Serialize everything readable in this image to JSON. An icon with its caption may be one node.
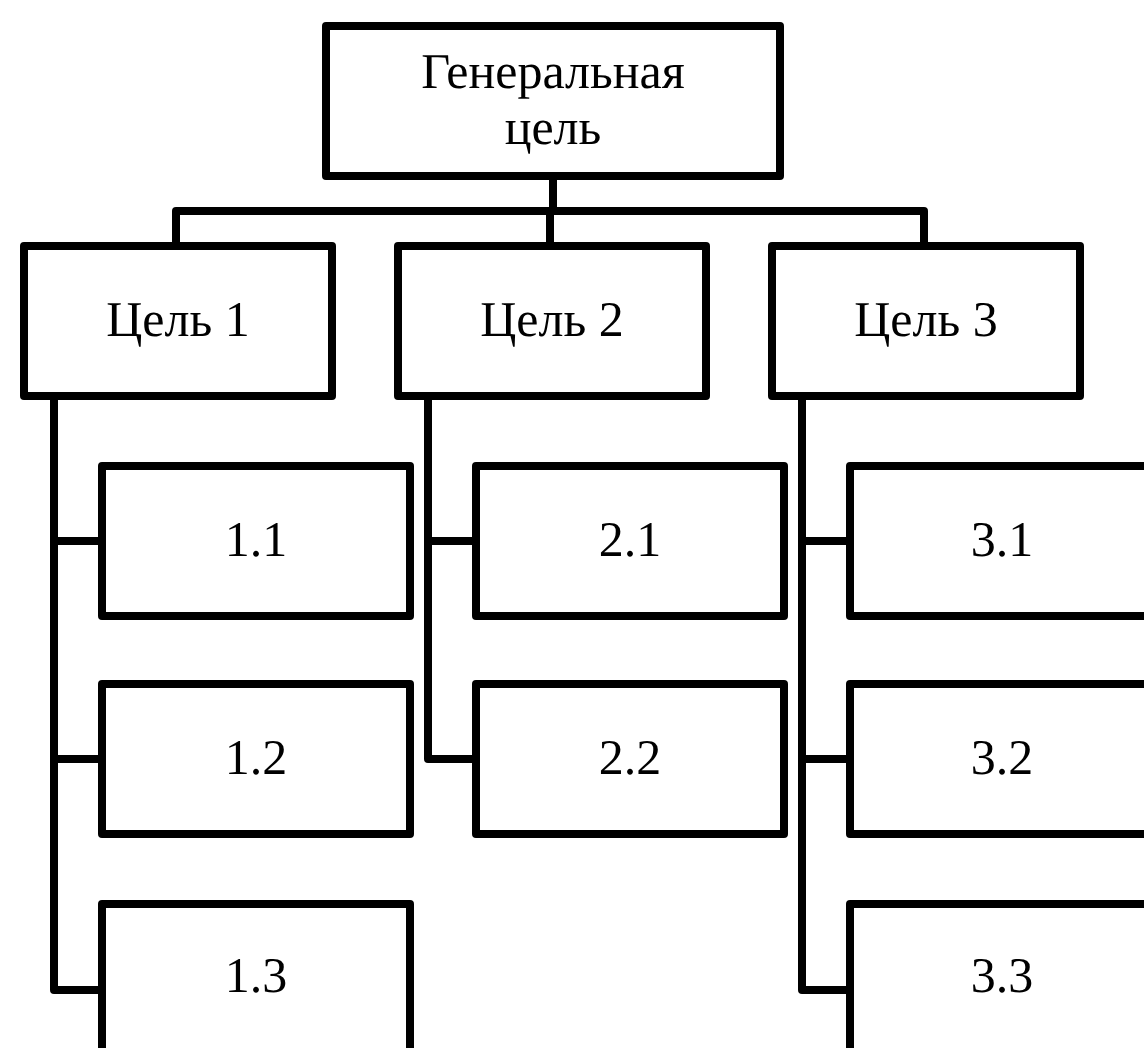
{
  "diagram": {
    "nodes": [
      {
        "text": [
          "Генеральная цель"
        ]
      },
      {
        "text": [
          "Цель 1"
        ]
      },
      {
        "text": [
          "Цель 2"
        ]
      },
      {
        "text": [
          "Цель 3"
        ]
      },
      {
        "text": [
          "1.1"
        ]
      },
      {
        "text": [
          "2.1"
        ]
      },
      {
        "text": [
          "3.1"
        ]
      },
      {
        "text": [
          "1.2"
        ]
      },
      {
        "text": [
          "2.2"
        ]
      },
      {
        "text": [
          "3.2"
        ]
      },
      {
        "text": [
          "1.3"
        ]
      },
      {
        "text": [
          "3.3"
        ]
      }
    ],
    "edges": [
      {
        "from": 0,
        "to": 1,
        "arrow": "none"
      },
      {
        "from": 0,
        "to": 2,
        "arrow": "none"
      },
      {
        "from": 0,
        "to": 3,
        "arrow": "none"
      },
      {
        "from": 1,
        "to": 4,
        "arrow": "none"
      },
      {
        "from": 1,
        "to": 7,
        "arrow": "none"
      },
      {
        "from": 1,
        "to": 10,
        "arrow": "none"
      },
      {
        "from": 2,
        "to": 5,
        "arrow": "none"
      },
      {
        "from": 2,
        "to": 8,
        "arrow": "none"
      },
      {
        "from": 3,
        "to": 6,
        "arrow": "none"
      },
      {
        "from": 3,
        "to": 9,
        "arrow": "none"
      },
      {
        "from": 3,
        "to": 11,
        "arrow": "none"
      }
    ]
  }
}
